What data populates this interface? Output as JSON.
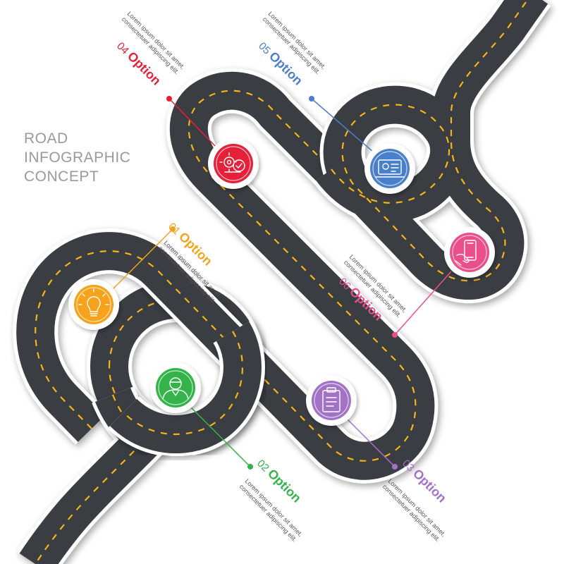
{
  "title": {
    "line1": "ROAD",
    "line2": "INFOGRAPHIC",
    "line3": "CONCEPT"
  },
  "options": [
    {
      "number": "01",
      "label": "Option",
      "desc_line1": "Lorem ipsum dolor sit amet,",
      "desc_line2": "consectetuer adipiscing elit.",
      "color": "#f7a21b",
      "icon": "lightbulb-icon"
    },
    {
      "number": "02",
      "label": "Option",
      "desc_line1": "Lorem ipsum dolor sit amet,",
      "desc_line2": "consectetuer adipiscing elit.",
      "color": "#34b34a",
      "icon": "person-icon"
    },
    {
      "number": "03",
      "label": "Option",
      "desc_line1": "Lorem ipsum dolor sit amet,",
      "desc_line2": "consectetuer adipiscing elit.",
      "color": "#a272c6",
      "icon": "clipboard-icon"
    },
    {
      "number": "04",
      "label": "Option",
      "desc_line1": "Lorem ipsum dolor sit amet,",
      "desc_line2": "consectetuer adipiscing elit.",
      "color": "#e5213a",
      "icon": "gears-icon"
    },
    {
      "number": "05",
      "label": "Option",
      "desc_line1": "Lorem ipsum dolor sit amet,",
      "desc_line2": "consectetuer adipiscing elit.",
      "color": "#4a7fc9",
      "icon": "laptop-icon"
    },
    {
      "number": "06",
      "label": "Option",
      "desc_line1": "Lorem ipsum dolor sit amet,",
      "desc_line2": "consectetuer adipiscing elit.",
      "color": "#ea4f8a",
      "icon": "mobile-hand-icon"
    }
  ],
  "road": {
    "asphalt_color": "#3a3d42",
    "edge_color": "#ffffff",
    "center_line_color": "#f5b41a"
  }
}
